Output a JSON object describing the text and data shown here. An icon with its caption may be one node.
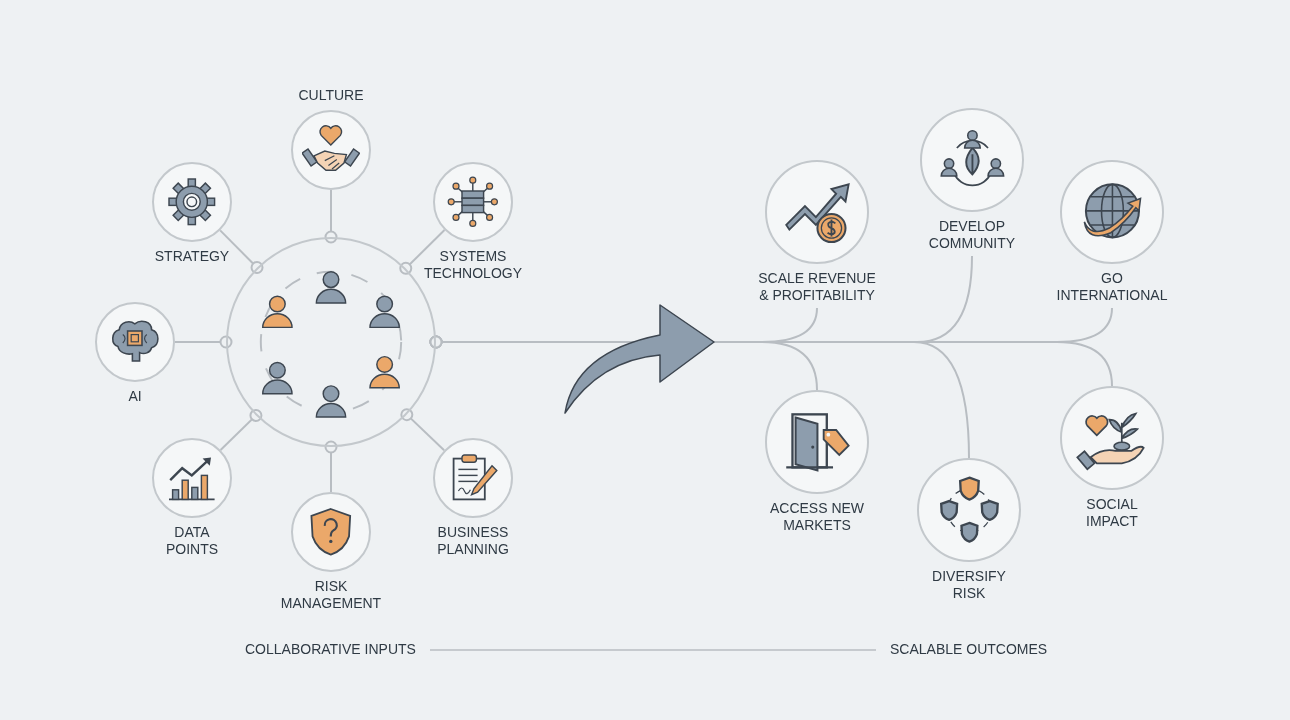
{
  "diagram": {
    "nodes": [
      {
        "text": [],
        "shape": "circle"
      },
      {
        "text": [
          "CULTURE"
        ]
      },
      {
        "text": [
          "STRATEGY"
        ]
      },
      {
        "text": [
          "SYSTEMS TECHNOLOGY"
        ]
      },
      {
        "text": [
          "AI"
        ]
      },
      {
        "text": [
          "DATA POINTS"
        ]
      },
      {
        "text": [
          "RISK MANAGEMENT"
        ]
      },
      {
        "text": [
          "BUSINESS PLANNING"
        ]
      },
      {
        "text": [
          "SCALE REVENUE & PROFITABILITY"
        ]
      },
      {
        "text": [
          "DEVELOP COMMUNITY"
        ]
      },
      {
        "text": [
          "GO INTERNATIONAL"
        ]
      },
      {
        "text": [
          "ACCESS NEW MARKETS"
        ]
      },
      {
        "text": [
          "DIVERSIFY RISK"
        ]
      },
      {
        "text": [
          "SOCIAL IMPACT"
        ]
      }
    ],
    "edges": [
      {
        "from": 0,
        "to": 1,
        "arrow": "other"
      },
      {
        "from": 0,
        "to": 2,
        "arrow": "other"
      },
      {
        "from": 0,
        "to": 3,
        "arrow": "other"
      },
      {
        "from": 0,
        "to": 4,
        "arrow": "other"
      },
      {
        "from": 0,
        "to": 5,
        "arrow": "other"
      },
      {
        "from": 0,
        "to": 6,
        "arrow": "other"
      },
      {
        "from": 0,
        "to": 7,
        "arrow": "other"
      },
      {
        "from": 0,
        "to": 8,
        "arrow": "other"
      },
      {
        "from": 0,
        "to": 9,
        "arrow": "other"
      },
      {
        "from": 0,
        "to": 10,
        "arrow": "other"
      },
      {
        "from": 0,
        "to": 11,
        "arrow": "other"
      },
      {
        "from": 0,
        "to": 12,
        "arrow": "other"
      },
      {
        "from": 0,
        "to": 13,
        "arrow": "other"
      }
    ],
    "labels": [
      "COLLABORATIVE INPUTS",
      "SCALABLE OUTCOMES"
    ]
  }
}
